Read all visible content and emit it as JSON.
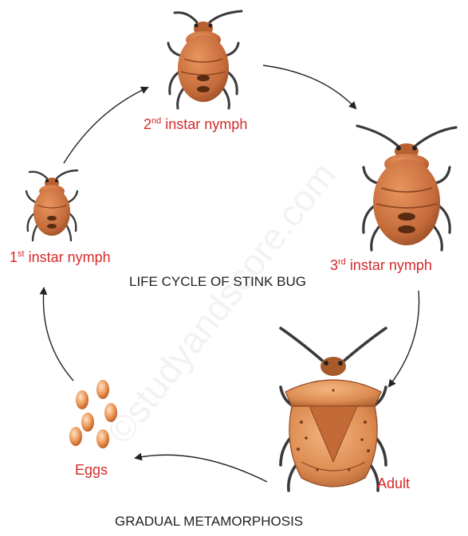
{
  "diagram": {
    "title": "LIFE CYCLE OF STINK BUG",
    "subtitle": "GRADUAL METAMORPHOSIS",
    "watermark": "©studyandscore.com",
    "stages": [
      {
        "number": "1",
        "suffix": "st",
        "label": "instar nymph"
      },
      {
        "number": "2",
        "suffix": "nd",
        "label": "instar nymph"
      },
      {
        "number": "3",
        "suffix": "rd",
        "label": "instar nymph"
      },
      {
        "label": "Adult"
      },
      {
        "label": "Eggs"
      }
    ]
  },
  "colors": {
    "label": "#d42a2a",
    "caption": "#222222",
    "arrow": "#222222",
    "bug_body": "#c46a3a",
    "bug_dark": "#7a3a1c",
    "egg": "#e8894a",
    "leg": "#3a3a3a"
  }
}
